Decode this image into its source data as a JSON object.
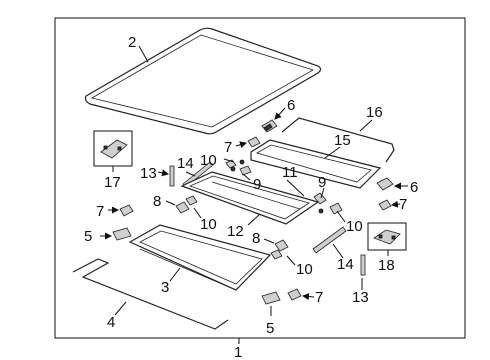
{
  "diagram": {
    "callouts": {
      "c1": "1",
      "c2": "2",
      "c3": "3",
      "c4": "4",
      "c5a": "5",
      "c5b": "5",
      "c6a": "6",
      "c6b": "6",
      "c7a": "7",
      "c7b": "7",
      "c7c": "7",
      "c7d": "7",
      "c8a": "8",
      "c8b": "8",
      "c9a": "9",
      "c9b": "9",
      "c10a": "10",
      "c10b": "10",
      "c10c": "10",
      "c10d": "10",
      "c11": "11",
      "c12": "12",
      "c13a": "13",
      "c13b": "13",
      "c14a": "14",
      "c14b": "14",
      "c15": "15",
      "c16": "16",
      "c17": "17",
      "c18": "18"
    }
  }
}
